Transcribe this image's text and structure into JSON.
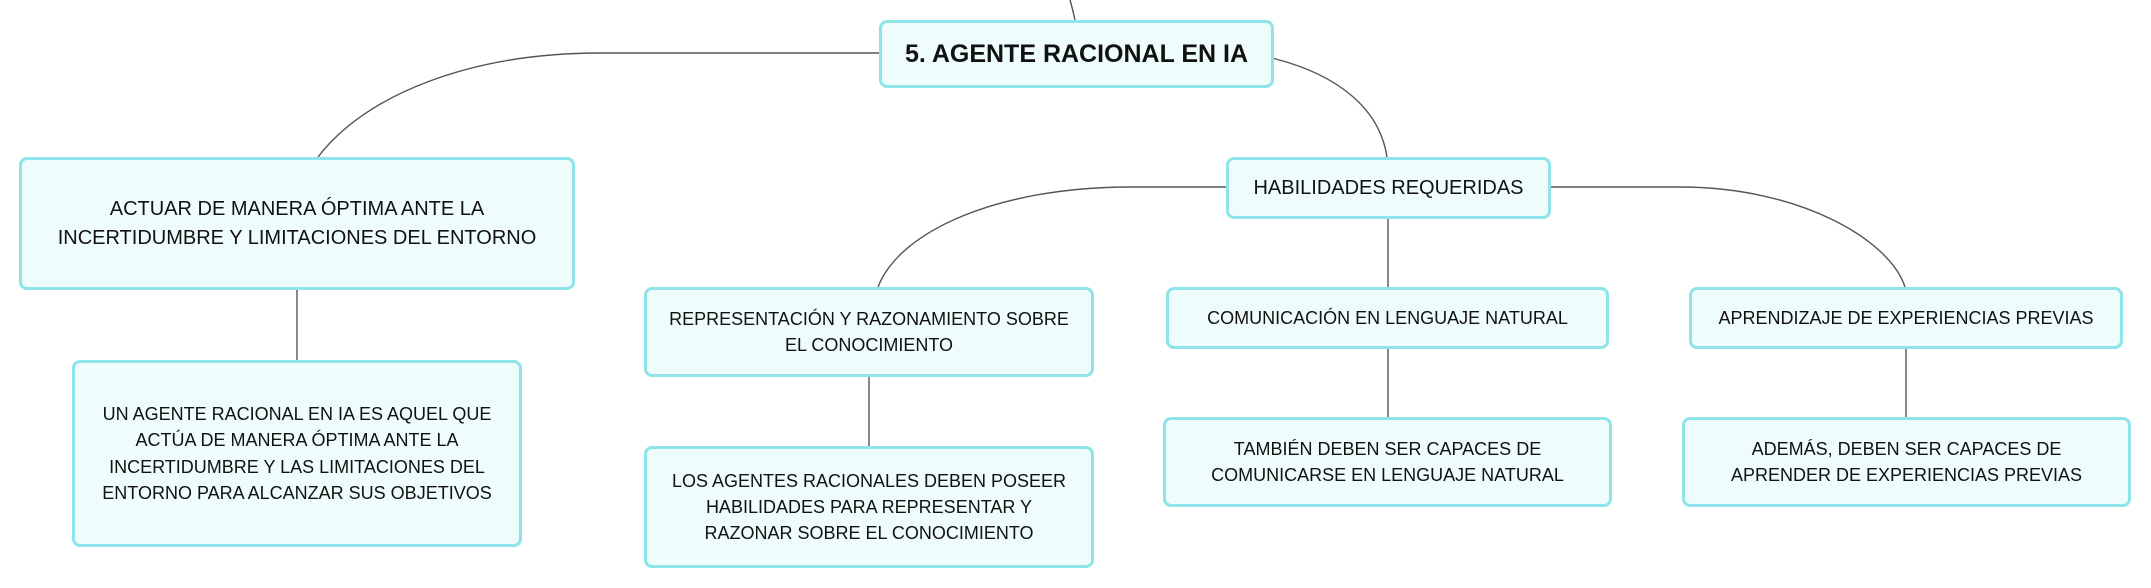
{
  "colors": {
    "node_fill": "#effcfc",
    "node_border": "#8ee4e8",
    "connector": "#555555"
  },
  "diagram": {
    "root": "5. AGENTE RACIONAL EN IA",
    "branch_left": "ACTUAR DE MANERA ÓPTIMA ANTE LA INCERTIDUMBRE Y LIMITACIONES DEL ENTORNO",
    "branch_left_detail": "UN AGENTE RACIONAL EN IA ES AQUEL QUE ACTÚA DE MANERA ÓPTIMA ANTE LA INCERTIDUMBRE Y LAS LIMITACIONES DEL ENTORNO PARA ALCANZAR SUS OBJETIVOS",
    "branch_right": "HABILIDADES REQUERIDAS",
    "skills": [
      {
        "label": "REPRESENTACIÓN Y RAZONAMIENTO SOBRE EL CONOCIMIENTO",
        "detail": "LOS AGENTES RACIONALES DEBEN POSEER HABILIDADES PARA REPRESENTAR Y RAZONAR SOBRE EL CONOCIMIENTO"
      },
      {
        "label": "COMUNICACIÓN EN LENGUAJE NATURAL",
        "detail": "TAMBIÉN DEBEN SER CAPACES DE COMUNICARSE EN LENGUAJE NATURAL"
      },
      {
        "label": "APRENDIZAJE DE EXPERIENCIAS PREVIAS",
        "detail": "ADEMÁS, DEBEN SER CAPACES DE APRENDER DE EXPERIENCIAS PREVIAS"
      }
    ]
  }
}
